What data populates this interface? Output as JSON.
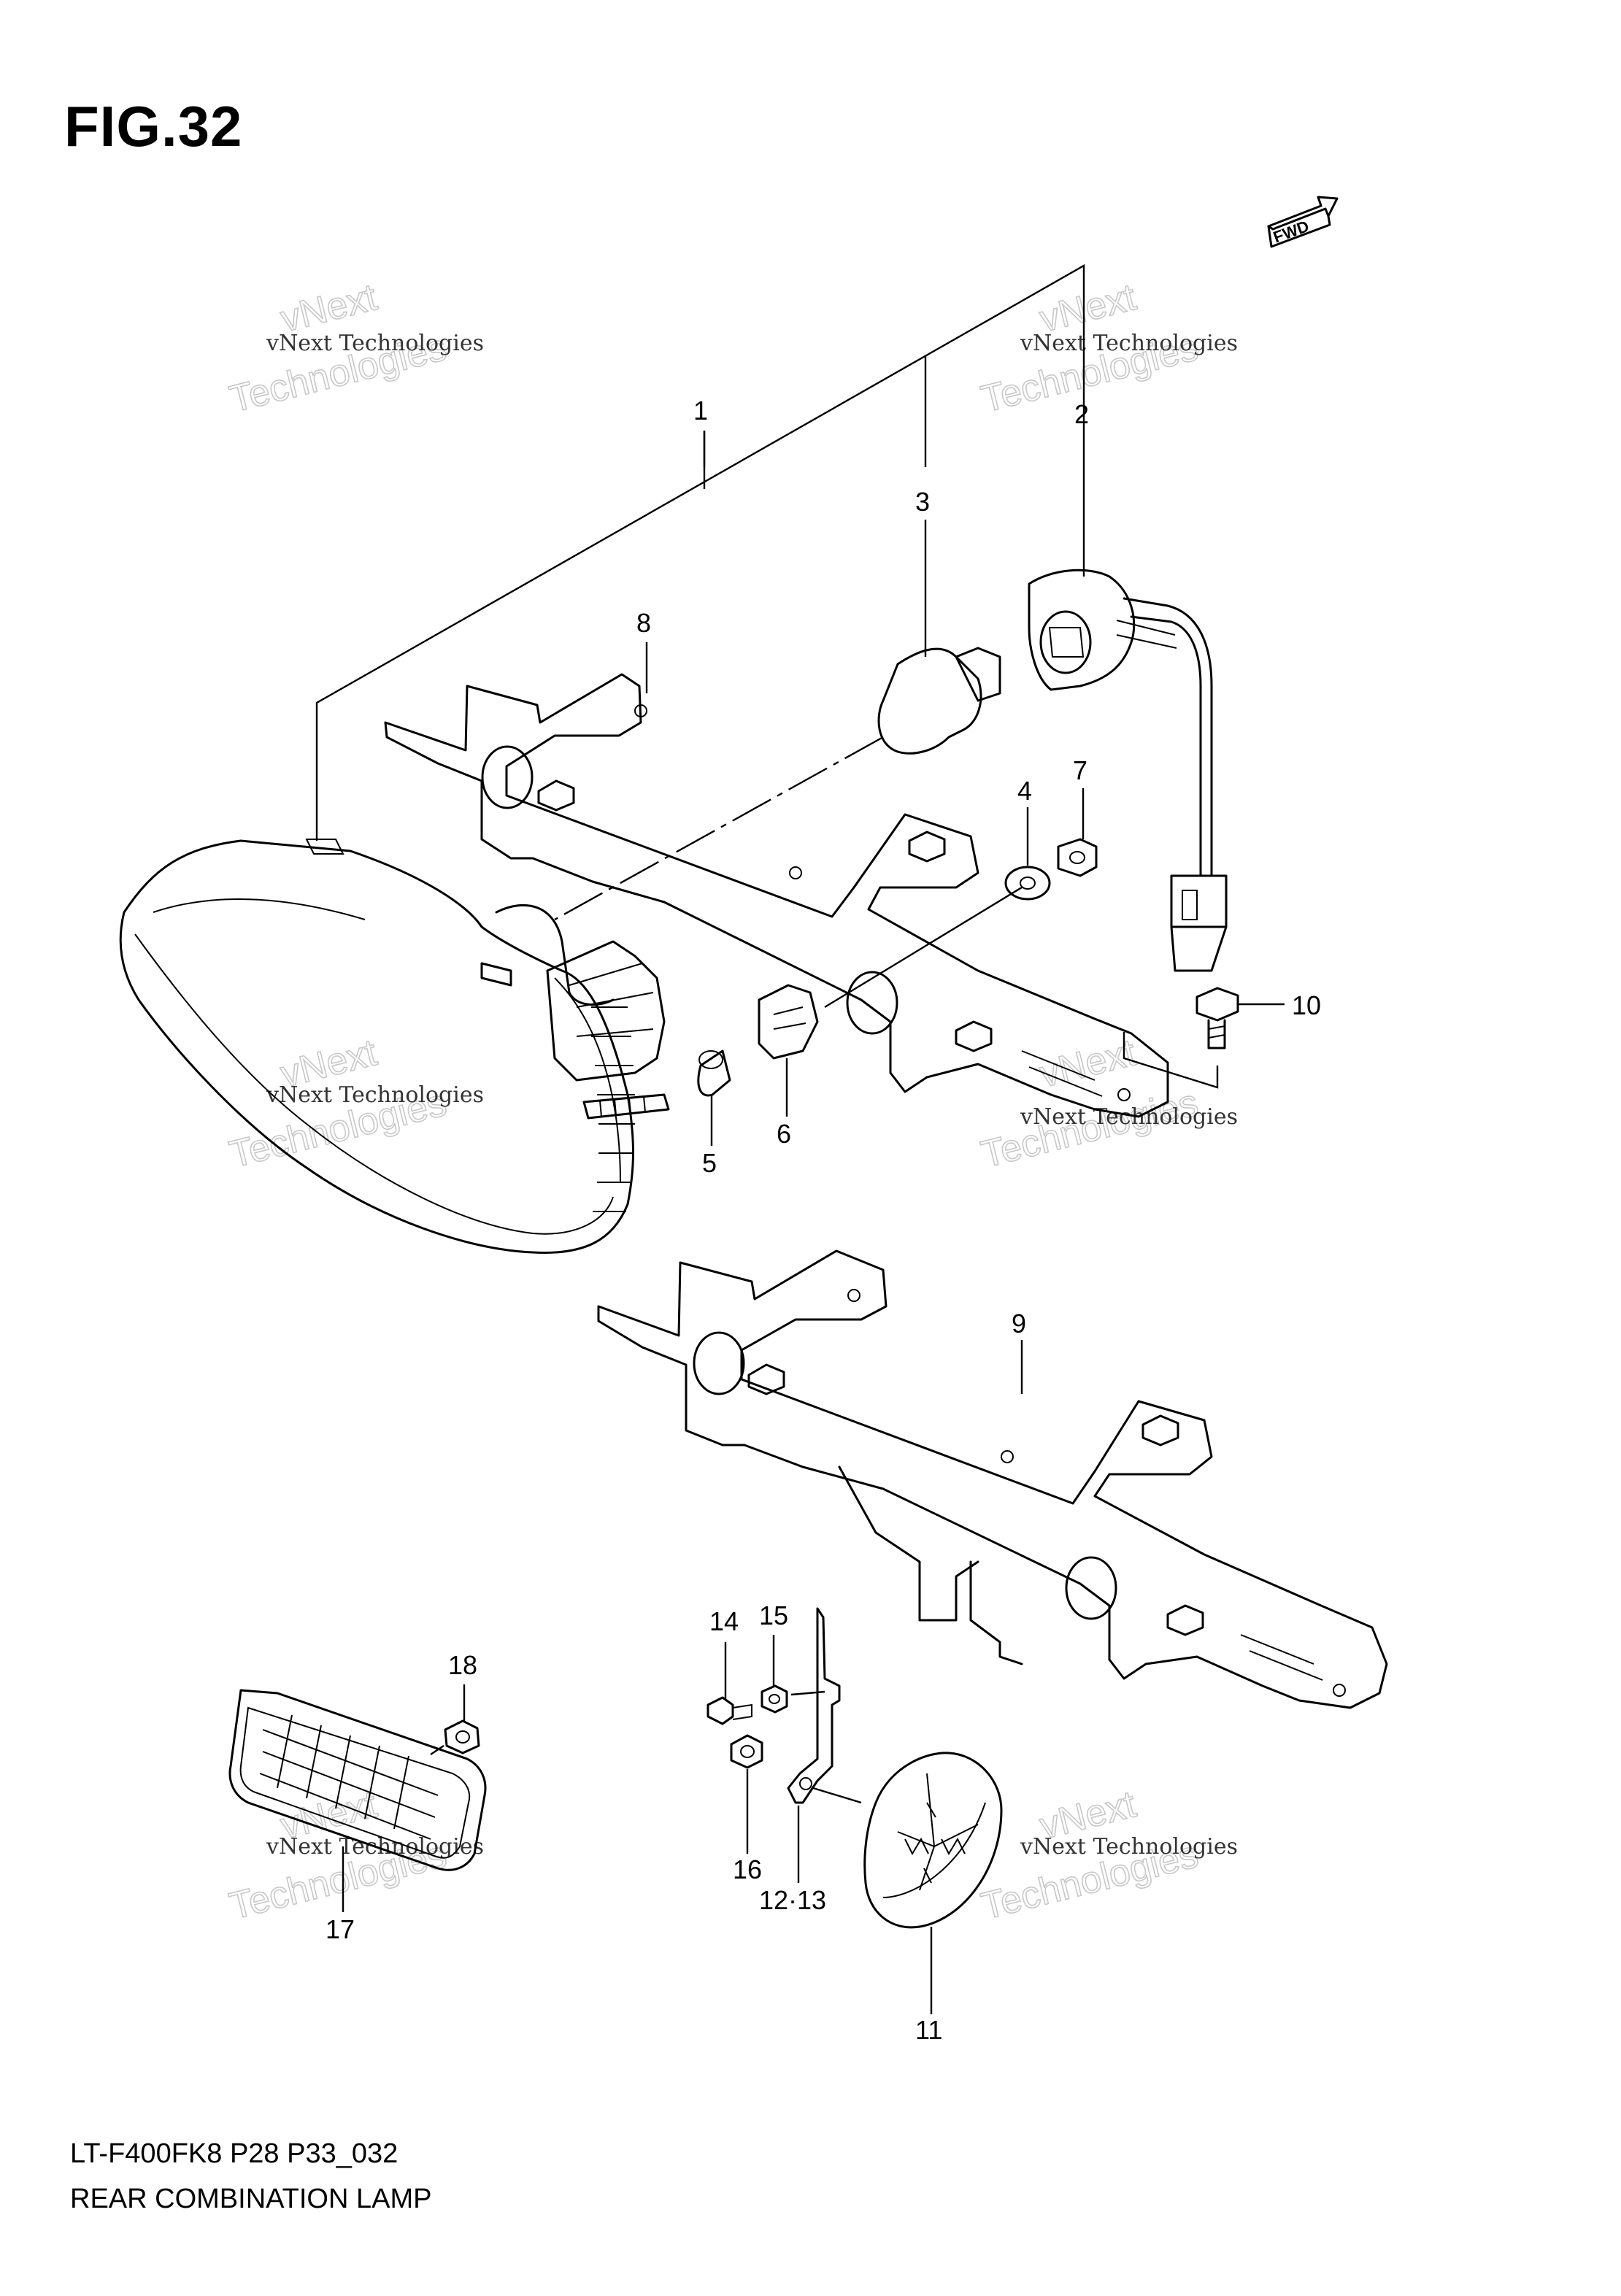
{
  "figure": {
    "title": "FIG.32",
    "code": "LT-F400FK8 P28 P33_032",
    "name": "REAR COMBINATION LAMP",
    "fwd_label": "FWD"
  },
  "callouts": [
    "1",
    "2",
    "3",
    "4",
    "5",
    "6",
    "7",
    "8",
    "9",
    "10",
    "11",
    "12·13",
    "14",
    "15",
    "16",
    "17",
    "18"
  ],
  "watermark": {
    "small": "vNext Technologies",
    "large_line1": "vNext",
    "large_line2": "Technologies"
  }
}
